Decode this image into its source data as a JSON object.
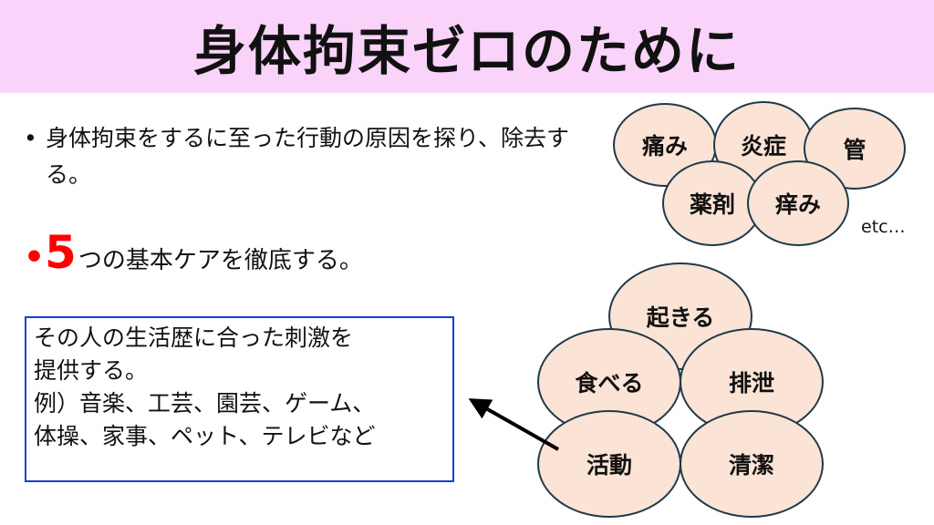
{
  "title": "身体拘束ゼロのために",
  "bullets": [
    {
      "marker": "•",
      "text": "身体拘束をするに至った行動の原因を探り、除去する。"
    },
    {
      "marker": "•",
      "number": "5",
      "text": "つの基本ケアを徹底する。"
    }
  ],
  "box_lines": [
    "その人の生活歴に合った刺激を",
    "提供する。",
    "例）音楽、工芸、園芸、ゲーム、",
    "体操、家事、ペット、テレビなど"
  ],
  "causes": [
    "痛み",
    "炎症",
    "管",
    "薬剤",
    "痒み"
  ],
  "causes_etc": "etc…",
  "basic_care": [
    "起きる",
    "食べる",
    "排泄",
    "活動",
    "清潔"
  ],
  "colors": {
    "header": "#f9d3f9",
    "accent": "#ff0000",
    "box_border": "#1a3fd6",
    "bubble": "#fbe3d5"
  }
}
